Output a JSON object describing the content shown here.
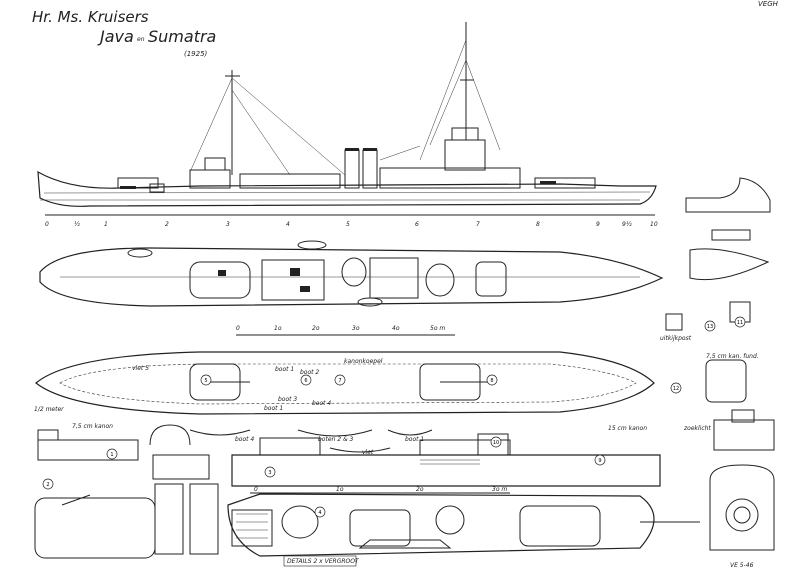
{
  "title": {
    "line1": "Hr. Ms. Kruisers",
    "line2a": "Java",
    "line2b": "en",
    "line2c": "Sumatra",
    "year": "(1925)",
    "corner": "VEGH"
  },
  "scale_profile": [
    "0",
    "½",
    "1",
    "2",
    "3",
    "4",
    "5",
    "6",
    "7",
    "8",
    "9",
    "9½",
    "10"
  ],
  "scale_plan": [
    "0",
    "1o",
    "2o",
    "3o",
    "4o",
    "5o m"
  ],
  "scale_bottom": [
    "0",
    "1o",
    "2o",
    "3o m"
  ],
  "labels": {
    "boot1a": "boot 1",
    "boot2": "boot 2",
    "boot3": "boot 3",
    "boot1b": "boot 1",
    "boot4": "boot 4",
    "kanonkoepel": "kanonkoepel",
    "vlet5": "vlet 5",
    "vlet": "vlet",
    "boot4b": "boot 4",
    "boten23": "boten 2 & 3",
    "boot1c": "boot 1",
    "kanon_left": "7,5 cm kanon",
    "kanon_right": "15 cm kanon",
    "meter": "1/2 meter",
    "uitkijkpost": "uitkijkpost",
    "zoeklicht": "zoeklicht",
    "kanfund": "7,5 cm kan. fund.",
    "details": "DETAILS 2 x VERGROOT",
    "sig": "VE 5-46"
  },
  "circle_numbers": [
    "1",
    "2",
    "3",
    "4",
    "5",
    "6",
    "7",
    "8",
    "9",
    "10",
    "11",
    "12",
    "13"
  ]
}
